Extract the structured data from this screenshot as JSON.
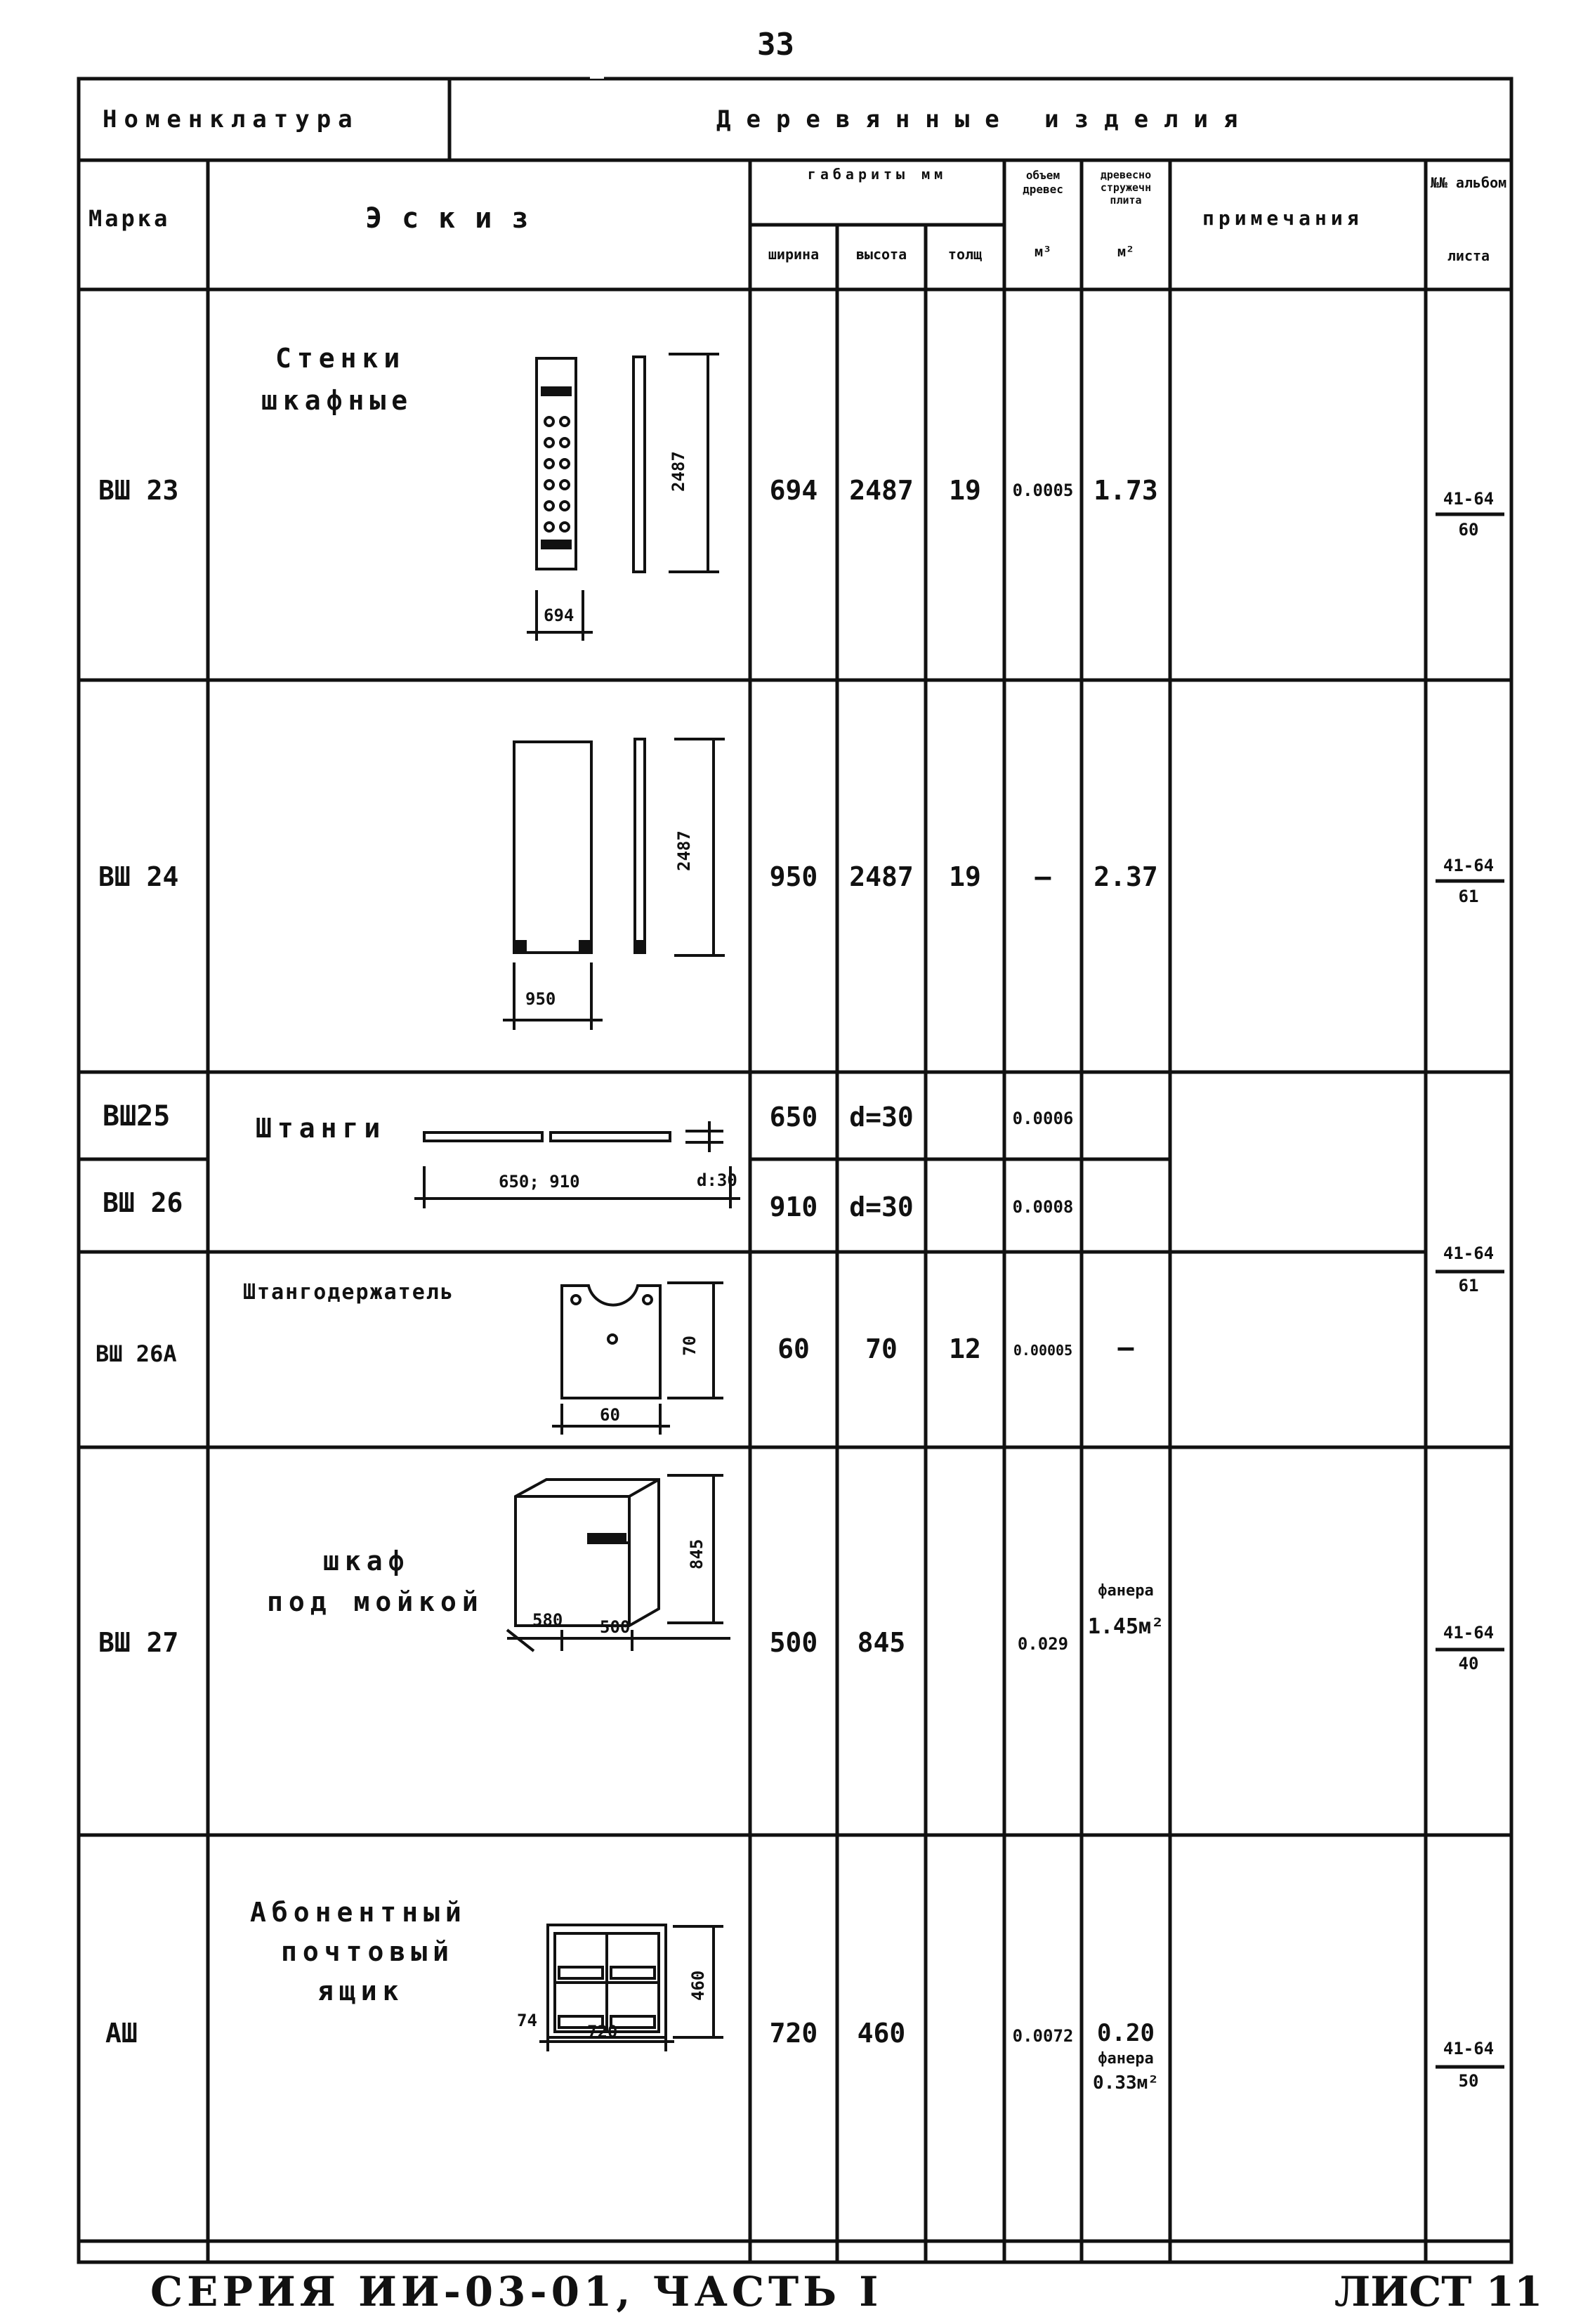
{
  "page_number": "33",
  "header": {
    "nomenclature_label": "Номенклатура",
    "nomenclature_value": "Деревянные изделия"
  },
  "columns": {
    "mark": "Марка",
    "sketch": "Эскиз",
    "dimensions": "габариты мм",
    "width": "ширина",
    "height": "высота",
    "thickness": "толщ",
    "wood_volume": "объем древес",
    "wood_volume_unit": "м³",
    "wood_plate": "древесно стружечн плита",
    "wood_plate_unit": "м²",
    "notes": "примечания",
    "album_sheet_top": "№№ альбом",
    "album_sheet_bottom": "листа"
  },
  "rows": [
    {
      "mark": "ВШ 23",
      "sketch_title_1": "Стенки",
      "sketch_title_2": "шкафные",
      "sketch_dim_height": "2487",
      "sketch_dim_width": "694",
      "width": "694",
      "height": "2487",
      "thickness": "19",
      "wood_volume": "0.0005",
      "wood_plate": "1.73",
      "album": "41-64",
      "sheet": "60"
    },
    {
      "mark": "ВШ 24",
      "sketch_dim_height": "2487",
      "sketch_dim_width": "950",
      "width": "950",
      "height": "2487",
      "thickness": "19",
      "wood_volume": "–",
      "wood_plate": "2.37",
      "album": "41-64",
      "sheet": "61"
    },
    {
      "mark": "ВШ25",
      "sketch_title_1": "Штанги",
      "sketch_dim_length": "650; 910",
      "sketch_dim_diameter": "d:30",
      "width": "650",
      "height": "d=30",
      "wood_volume": "0.0006"
    },
    {
      "mark": "ВШ 26",
      "width": "910",
      "height": "d=30",
      "wood_volume": "0.0008"
    },
    {
      "mark": "ВШ 26А",
      "sketch_title_1": "Штангодержатель",
      "sketch_dim_height": "70",
      "sketch_dim_width": "60",
      "width": "60",
      "height": "70",
      "thickness": "12",
      "wood_volume": "0.00005",
      "wood_plate": "—",
      "album": "41-64",
      "sheet": "61"
    },
    {
      "mark": "ВШ 27",
      "sketch_title_1": "шкаф",
      "sketch_title_2": "под мойкой",
      "sketch_dim_height": "845",
      "sketch_dim_width": "500",
      "sketch_dim_depth": "580",
      "width": "500",
      "height": "845",
      "wood_volume": "0.029",
      "wood_plate_line1": "фанера",
      "wood_plate_line2": "1.45м²",
      "album": "41-64",
      "sheet": "40"
    },
    {
      "mark": "АШ",
      "sketch_title_1": "Абонентный",
      "sketch_title_2": "почтовый",
      "sketch_title_3": "ящик",
      "sketch_dim_height": "460",
      "sketch_dim_width": "720",
      "sketch_dim_depth": "74",
      "width": "720",
      "height": "460",
      "wood_volume": "0.0072",
      "wood_plate_line1": "0.20",
      "wood_plate_line2": "фанера",
      "wood_plate_line3": "0.33м²",
      "album": "41-64",
      "sheet": "50"
    }
  ],
  "footer": {
    "series": "СЕРИЯ ИИ-03-01, ЧАСТЬ I",
    "sheet": "ЛИСТ 11"
  }
}
